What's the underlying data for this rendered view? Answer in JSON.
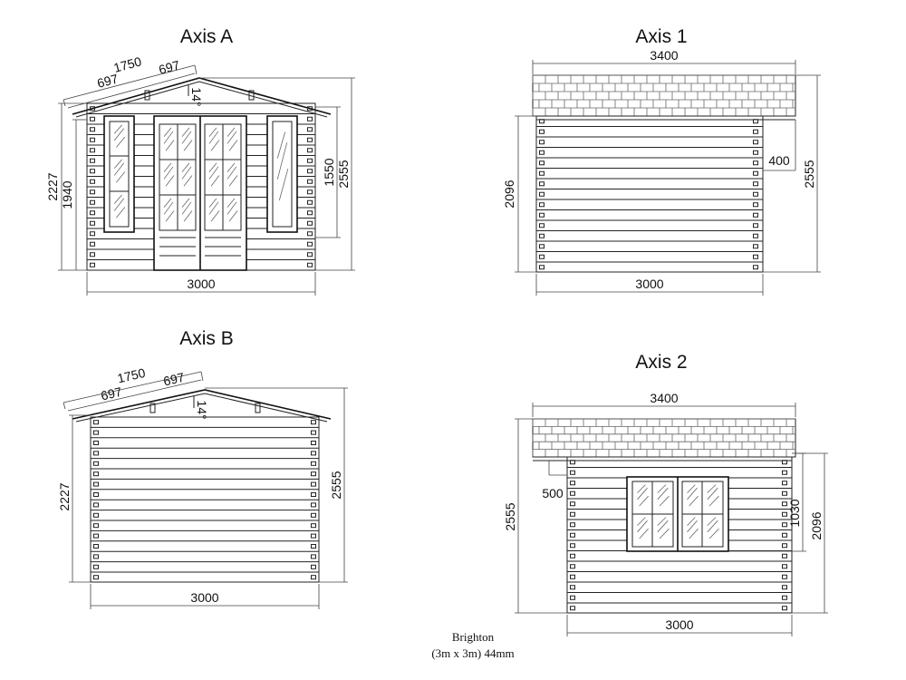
{
  "titles": {
    "axis_a": "Axis A",
    "axis_b": "Axis B",
    "axis_1": "Axis 1",
    "axis_2": "Axis 2"
  },
  "axis_a": {
    "dim_roof_slope": "1750",
    "dim_half_left": "697",
    "dim_half_right": "697",
    "dim_angle": "14°",
    "dim_total_height": "2227",
    "dim_wall_height": "1940",
    "dim_door_height": "1550",
    "dim_ridge_height": "2555",
    "dim_width": "3000"
  },
  "axis_b": {
    "dim_roof_slope": "1750",
    "dim_half_left": "697",
    "dim_half_right": "697",
    "dim_angle": "14°",
    "dim_total_height": "2227",
    "dim_ridge_height": "2555",
    "dim_width": "3000"
  },
  "axis_1": {
    "dim_roof_width": "3400",
    "dim_wall_height": "2096",
    "dim_overhang": "400",
    "dim_ridge_height": "2555",
    "dim_width": "3000"
  },
  "axis_2": {
    "dim_roof_width": "3400",
    "dim_overhang": "500",
    "dim_ridge_height": "2555",
    "dim_window_height": "1030",
    "dim_wall_height": "2096",
    "dim_width": "3000"
  },
  "caption": {
    "name": "Brighton",
    "spec": "(3m x 3m) 44mm"
  }
}
